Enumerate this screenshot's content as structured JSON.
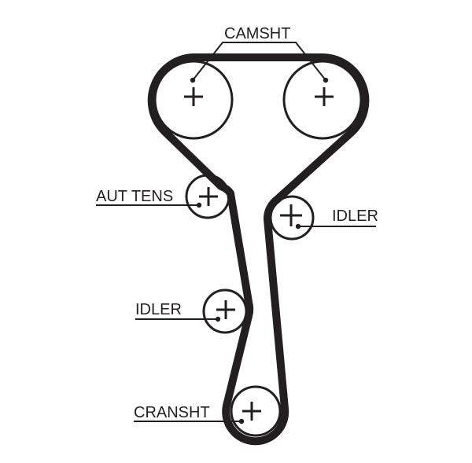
{
  "diagram": {
    "labels": {
      "camshaft": "CAMSHT",
      "tensioner": "AUT TENS",
      "idler_right": "IDLER",
      "idler_left": "IDLER",
      "crankshaft": "CRANSHT"
    },
    "colors": {
      "line": "#231f20",
      "background": "#ffffff"
    }
  }
}
